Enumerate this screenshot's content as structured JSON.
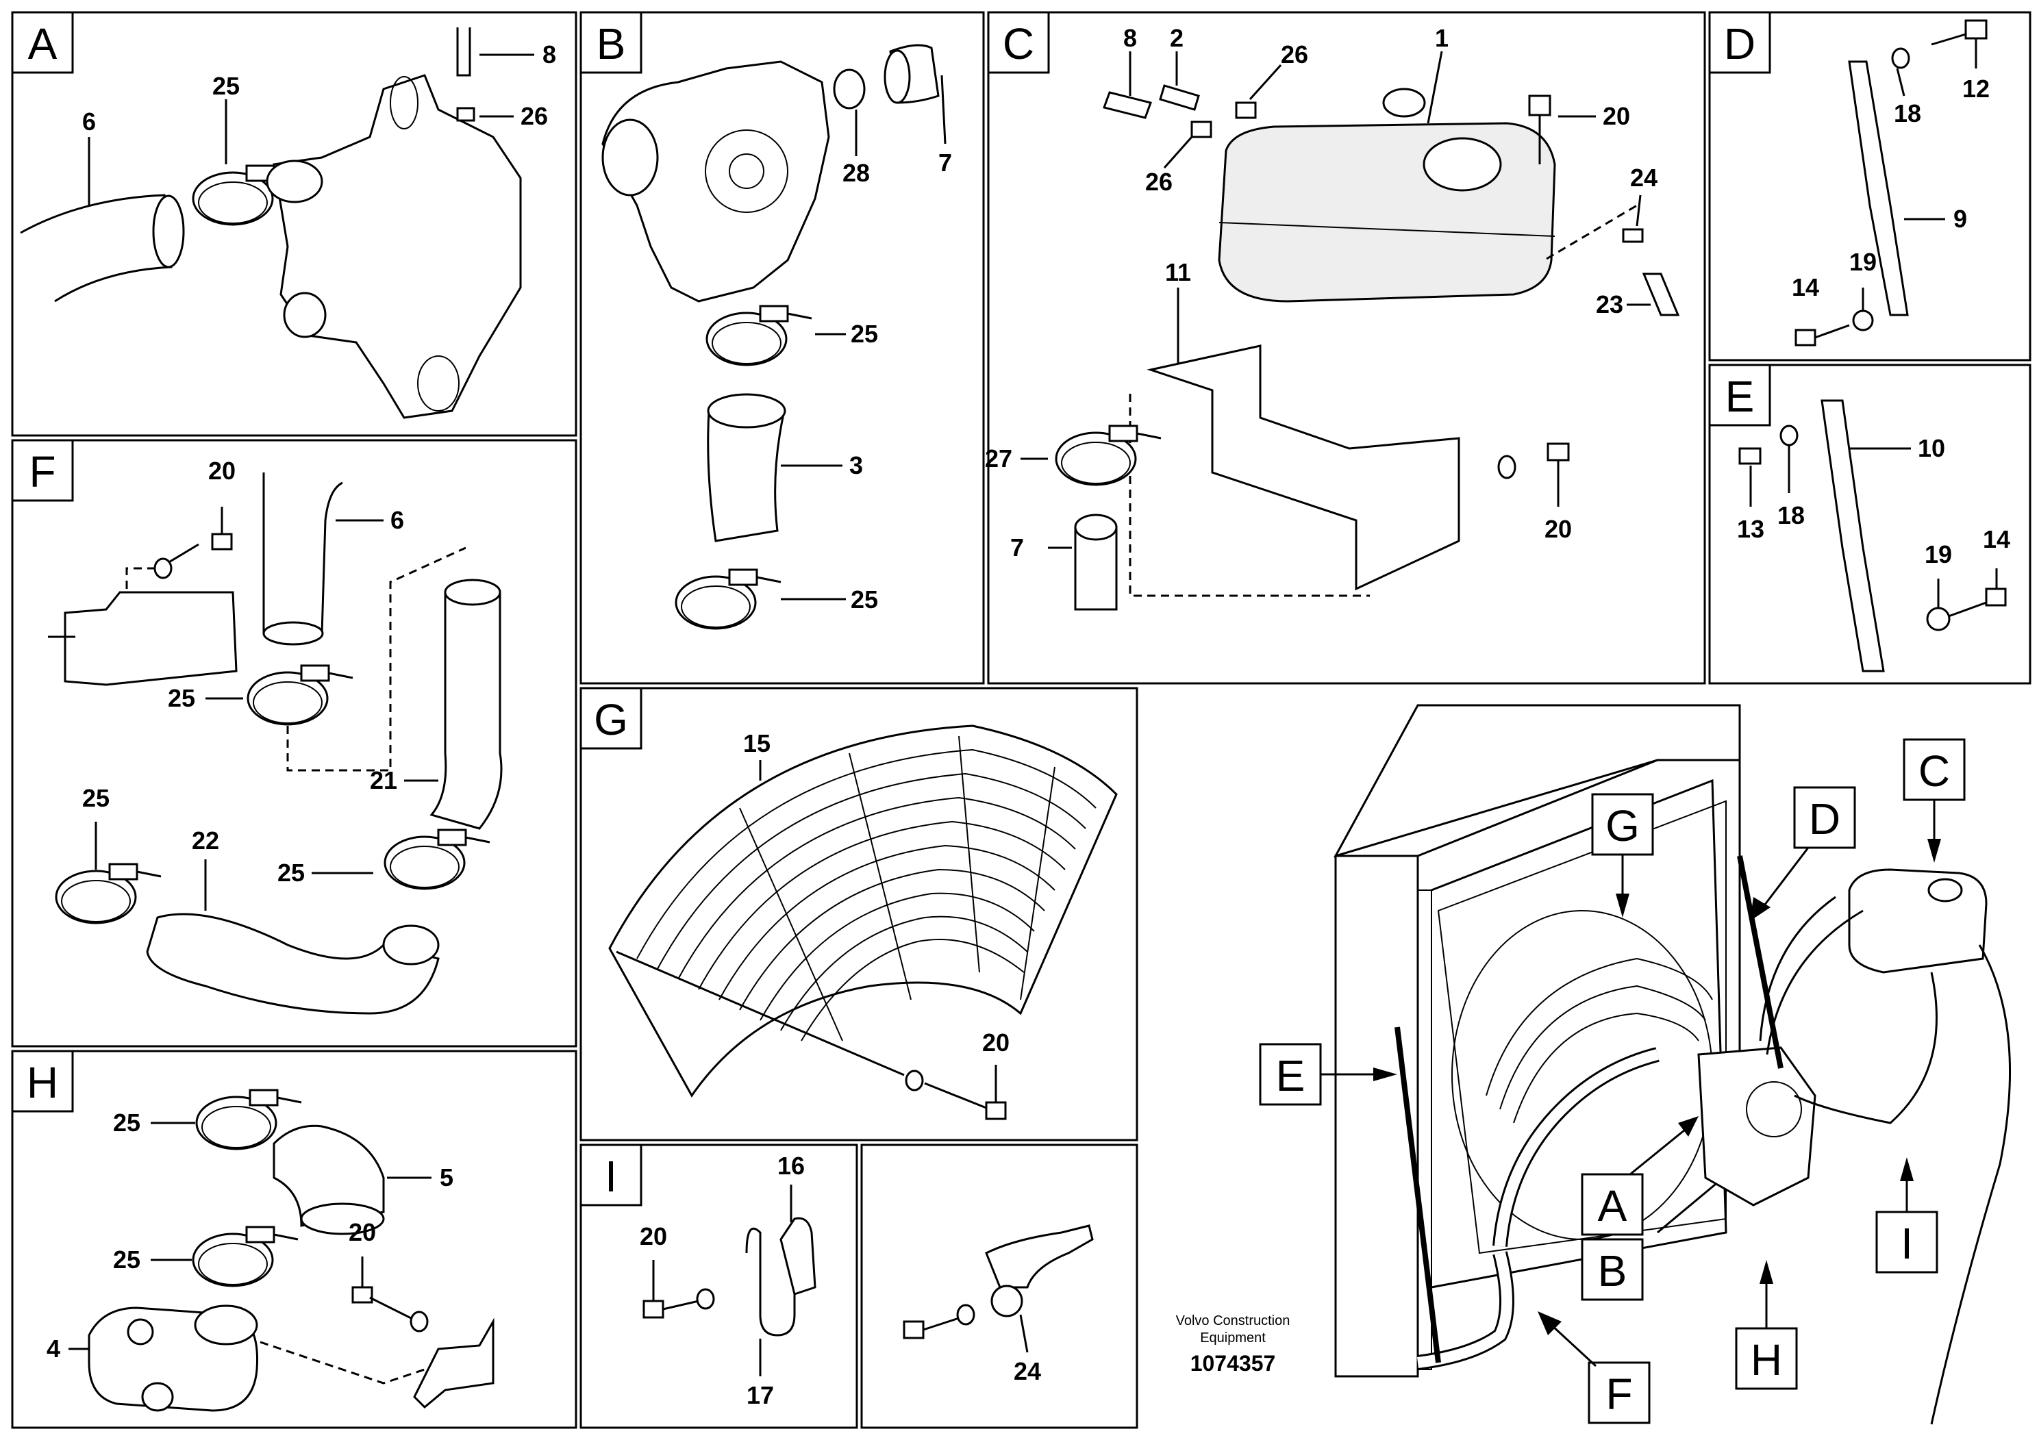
{
  "panels": {
    "A": {
      "letter": "A",
      "items": [
        "6",
        "25",
        "8",
        "26"
      ]
    },
    "B": {
      "letter": "B",
      "items": [
        "28",
        "7",
        "25",
        "3",
        "25"
      ]
    },
    "C": {
      "letter": "C",
      "items": [
        "8",
        "2",
        "26",
        "1",
        "20",
        "26",
        "24",
        "23",
        "11",
        "27",
        "7",
        "20"
      ]
    },
    "D": {
      "letter": "D",
      "items": [
        "18",
        "12",
        "9",
        "14",
        "19"
      ]
    },
    "E": {
      "letter": "E",
      "items": [
        "10",
        "13",
        "18",
        "19",
        "14"
      ]
    },
    "F": {
      "letter": "F",
      "items": [
        "20",
        "6",
        "25",
        "21",
        "25",
        "22",
        "25"
      ]
    },
    "G": {
      "letter": "G",
      "items": [
        "15",
        "20"
      ]
    },
    "H": {
      "letter": "H",
      "items": [
        "25",
        "5",
        "25",
        "20",
        "4"
      ]
    },
    "I": {
      "letter": "I",
      "items": [
        "20",
        "16",
        "17"
      ]
    },
    "J": {
      "items": [
        "24"
      ]
    }
  },
  "overview": {
    "callouts": [
      "C",
      "D",
      "G",
      "E",
      "A",
      "B",
      "H",
      "I",
      "F"
    ],
    "company_line1": "Volvo Construction",
    "company_line2": "Equipment",
    "drawing_number": "1074357"
  }
}
